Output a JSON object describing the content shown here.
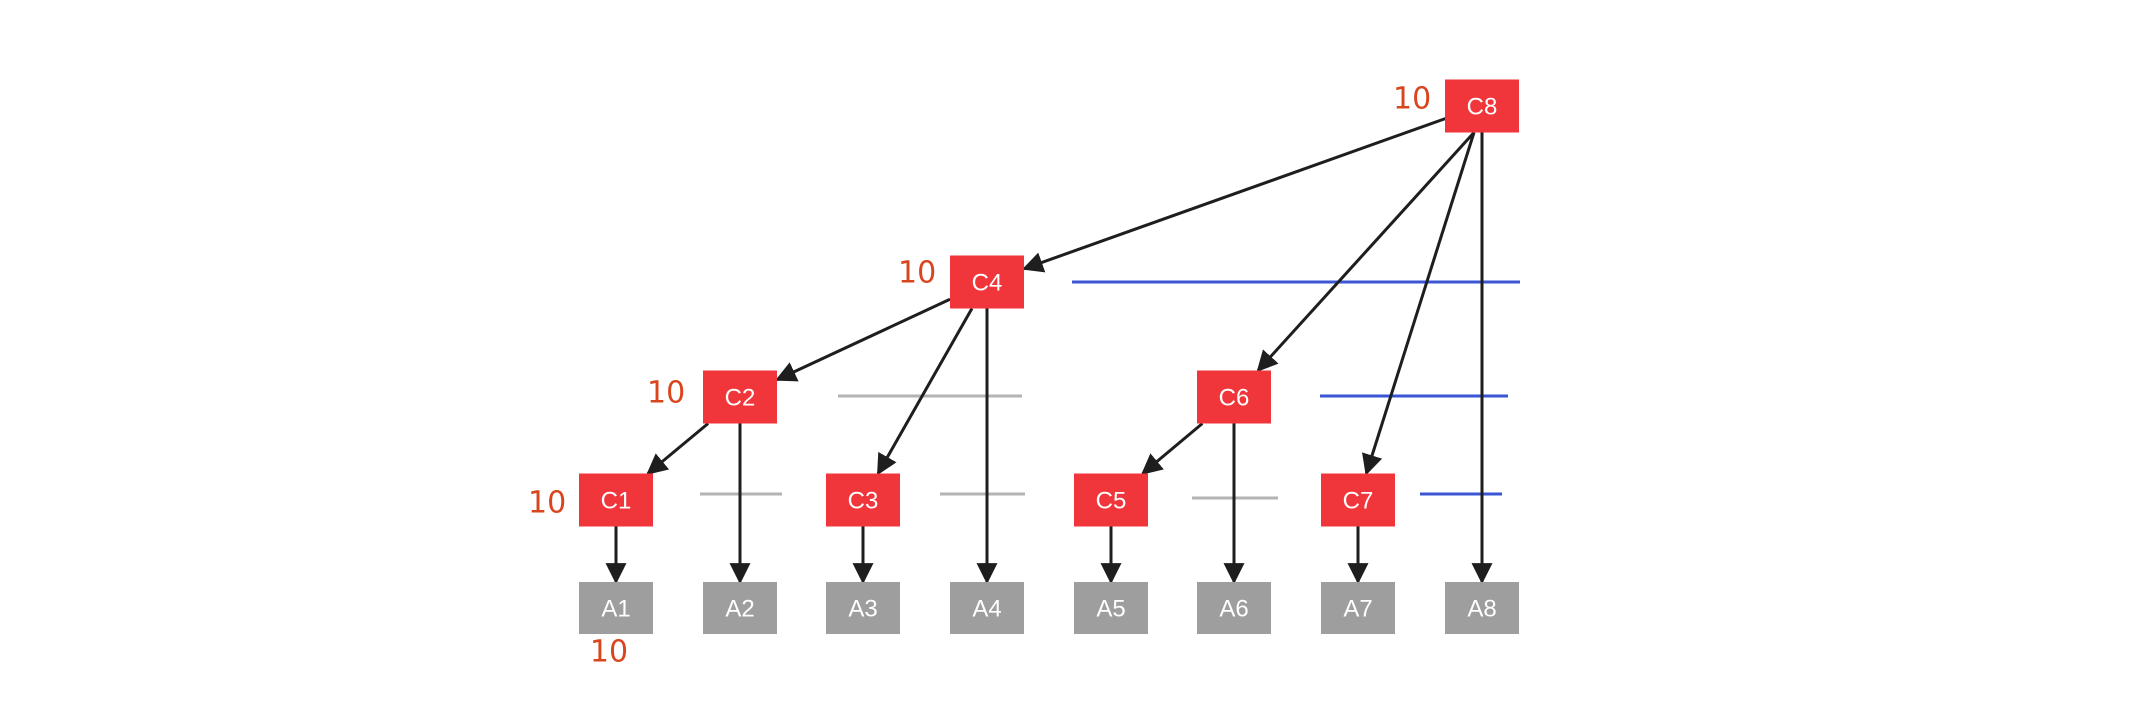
{
  "diagram": {
    "colors": {
      "c_node": "#f0353b",
      "a_node": "#9e9e9e",
      "node_text": "#ffffff",
      "edge": "#1e1e1e",
      "blue_line": "#3a55d6",
      "gray_line": "#b3b3b3",
      "annotation": "#d9461e"
    },
    "c_nodes": [
      {
        "id": "C1",
        "label": "C1"
      },
      {
        "id": "C2",
        "label": "C2"
      },
      {
        "id": "C3",
        "label": "C3"
      },
      {
        "id": "C4",
        "label": "C4"
      },
      {
        "id": "C5",
        "label": "C5"
      },
      {
        "id": "C6",
        "label": "C6"
      },
      {
        "id": "C7",
        "label": "C7"
      },
      {
        "id": "C8",
        "label": "C8"
      }
    ],
    "a_nodes": [
      {
        "id": "A1",
        "label": "A1"
      },
      {
        "id": "A2",
        "label": "A2"
      },
      {
        "id": "A3",
        "label": "A3"
      },
      {
        "id": "A4",
        "label": "A4"
      },
      {
        "id": "A5",
        "label": "A5"
      },
      {
        "id": "A6",
        "label": "A6"
      },
      {
        "id": "A7",
        "label": "A7"
      },
      {
        "id": "A8",
        "label": "A8"
      }
    ],
    "edges": [
      {
        "from": "C8",
        "to": "C4"
      },
      {
        "from": "C8",
        "to": "C6"
      },
      {
        "from": "C8",
        "to": "C7"
      },
      {
        "from": "C8",
        "to": "A8"
      },
      {
        "from": "C4",
        "to": "C2"
      },
      {
        "from": "C4",
        "to": "C3"
      },
      {
        "from": "C4",
        "to": "A4"
      },
      {
        "from": "C2",
        "to": "C1"
      },
      {
        "from": "C2",
        "to": "A2"
      },
      {
        "from": "C6",
        "to": "C5"
      },
      {
        "from": "C6",
        "to": "A6"
      },
      {
        "from": "C1",
        "to": "A1"
      },
      {
        "from": "C3",
        "to": "A3"
      },
      {
        "from": "C5",
        "to": "A5"
      },
      {
        "from": "C7",
        "to": "A7"
      }
    ],
    "annotations": [
      {
        "id": "c8",
        "text": "10"
      },
      {
        "id": "c4",
        "text": "10"
      },
      {
        "id": "c2",
        "text": "10"
      },
      {
        "id": "c1",
        "text": "10"
      },
      {
        "id": "a1",
        "text": "10"
      }
    ]
  }
}
